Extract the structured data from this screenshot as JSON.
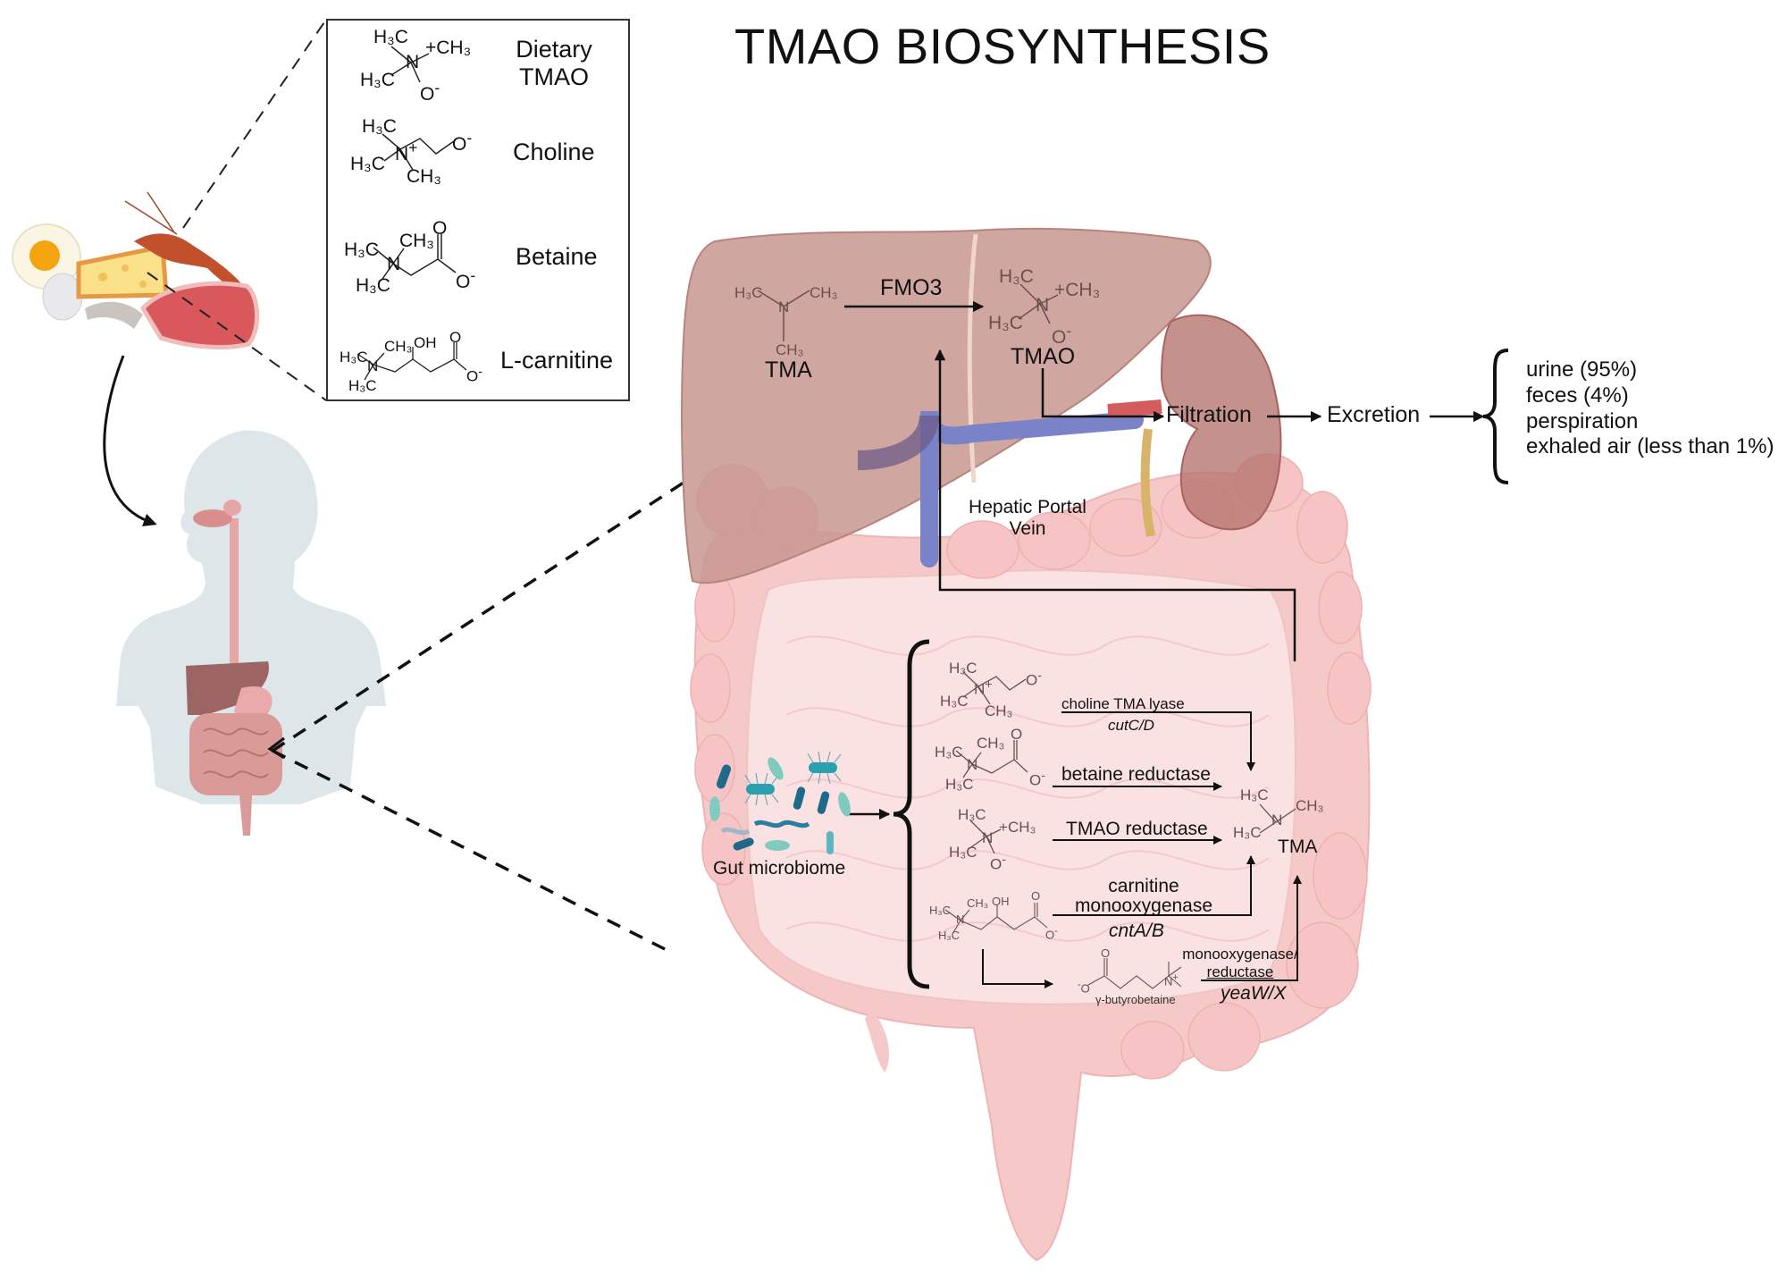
{
  "title": "TMAO BIOSYNTHESIS",
  "dietary_sources": {
    "food_items": [
      "fried-egg",
      "egg",
      "cheese",
      "crayfish",
      "shrimp",
      "steak"
    ],
    "compounds": [
      {
        "name": "Dietary TMAO",
        "line1": "Dietary",
        "line2": "TMAO",
        "structure": "trimethylamine-N-oxide"
      },
      {
        "name": "Choline",
        "structure": "choline"
      },
      {
        "name": "Betaine",
        "structure": "betaine"
      },
      {
        "name": "L-carnitine",
        "structure": "L-carnitine"
      }
    ]
  },
  "liver": {
    "substrate": "TMA",
    "enzyme": "FMO3",
    "product": "TMAO"
  },
  "hepatic_portal_vein": {
    "line1": "Hepatic Portal",
    "line2": "Vein"
  },
  "kidney": {
    "step": "Filtration"
  },
  "excretion": {
    "label": "Excretion",
    "routes": [
      "urine (95%)",
      "feces (4%)",
      "perspiration",
      "exhaled air (less than 1%)"
    ]
  },
  "gut": {
    "microbiome_label": "Gut microbiome",
    "product_label": "TMA",
    "pathways": [
      {
        "substrate": "choline",
        "enzyme": "choline TMA lyase",
        "gene": "cutC/D"
      },
      {
        "substrate": "betaine",
        "enzyme": "betaine reductase",
        "gene": ""
      },
      {
        "substrate": "TMAO",
        "enzyme": "TMAO reductase",
        "gene": ""
      },
      {
        "substrate": "L-carnitine",
        "enzyme_line1": "carnitine",
        "enzyme_line2": "monooxygenase",
        "gene": "cntA/B"
      },
      {
        "substrate": "γ-butyrobetaine",
        "enzyme_line1": "monooxygenase/",
        "enzyme_line2": "reductase",
        "gene": "yeaW/X"
      }
    ],
    "intermediate": "γ-butyrobetaine"
  },
  "chem_labels": {
    "h3c": "H₃C",
    "ch3": "CH₃",
    "n": "N",
    "o": "O",
    "oh": "OH",
    "plus": "+",
    "minus": "-"
  },
  "colors": {
    "liver": "#c99a96",
    "liver_stroke": "#b7857f",
    "kidney": "#b97d76",
    "intestine": "#f8d4d4",
    "intestine_dark": "#f2bcbc",
    "vein": "#7d86c9",
    "body": "#dbe4e6",
    "bacteria_dark": "#1f6a8a",
    "bacteria_teal": "#2fa3a8",
    "bacteria_mint": "#7fcbbd"
  }
}
